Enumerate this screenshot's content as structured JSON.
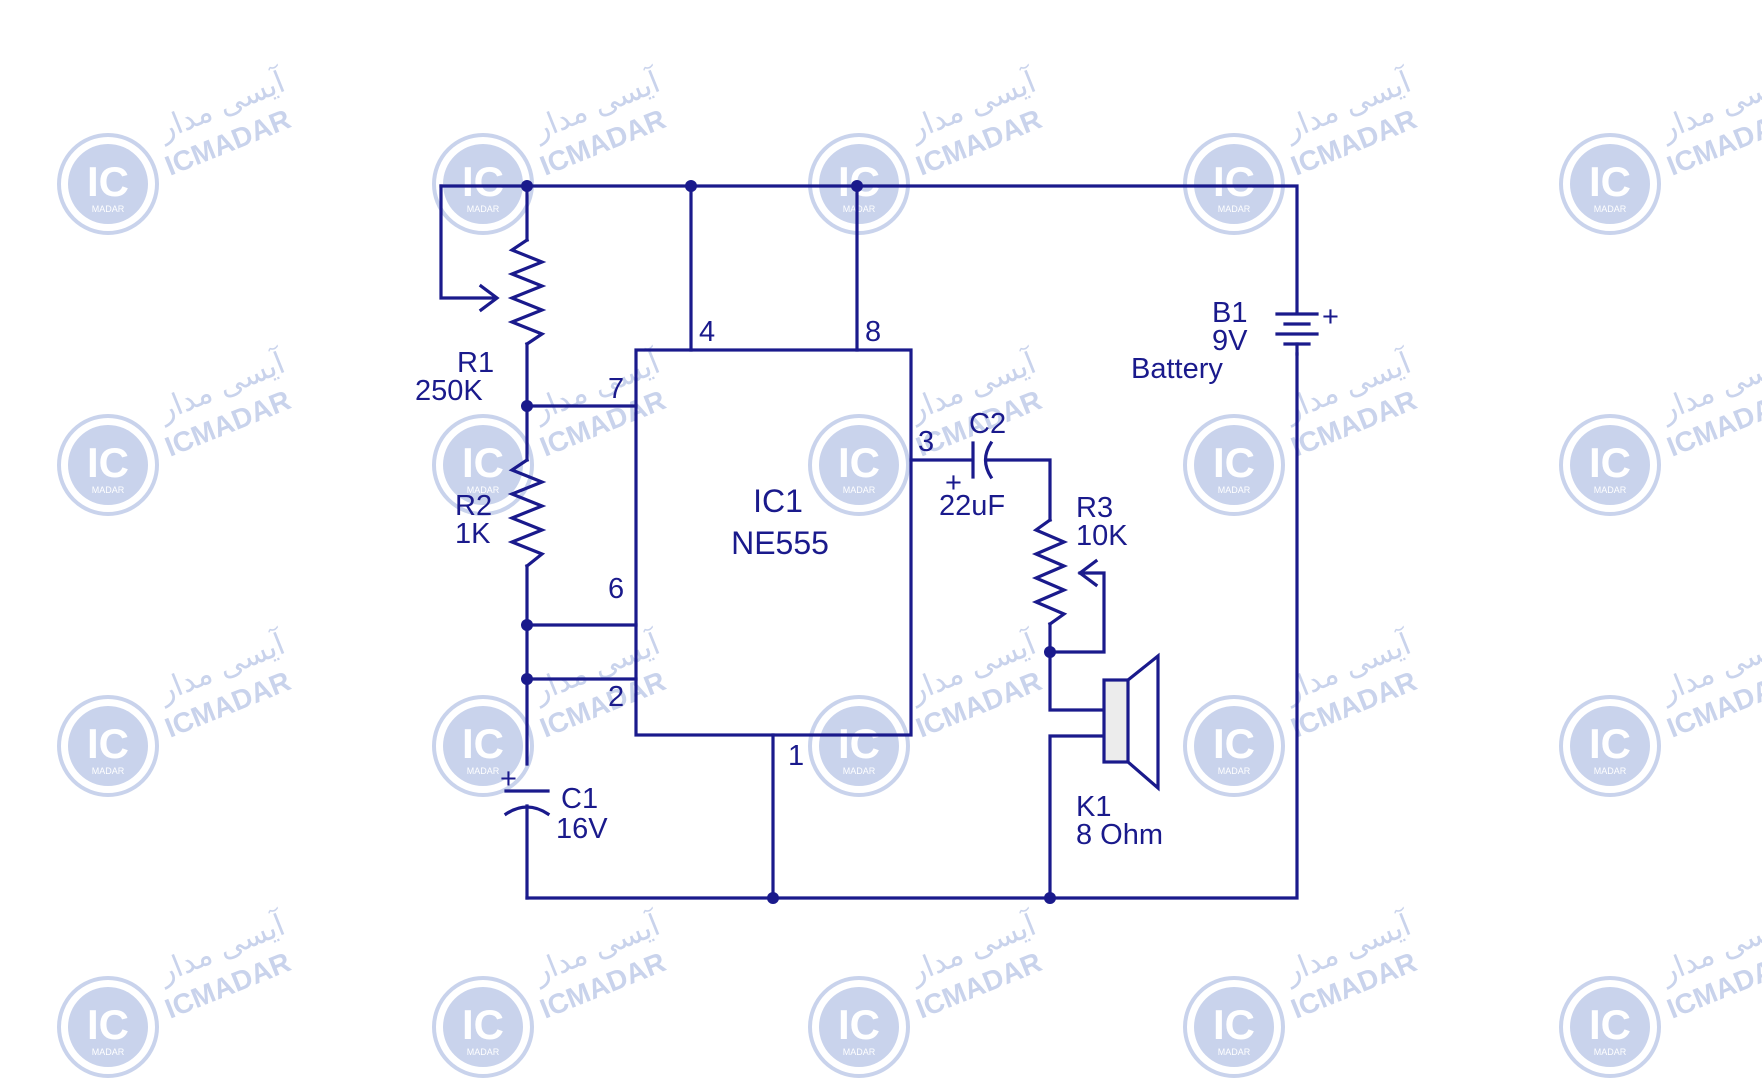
{
  "watermark": {
    "brand_text": "ICMADAR",
    "brand_persian": "آیسی مدار",
    "logo_text": "IC",
    "logo_subtext": "MADAR",
    "color": "#c9d3ec"
  },
  "circuit": {
    "wire_color": "#1a1a8c",
    "ic": {
      "ref": "IC1",
      "part": "NE555",
      "pins": {
        "p4": "4",
        "p8": "8",
        "p7": "7",
        "p6": "6",
        "p2": "2",
        "p3": "3",
        "p1": "1"
      }
    },
    "r1": {
      "ref": "R1",
      "value": "250K"
    },
    "r2": {
      "ref": "R2",
      "value": "1K"
    },
    "r3": {
      "ref": "R3",
      "value": "10K"
    },
    "c1": {
      "ref": "C1",
      "value": "16V",
      "polarity": "+"
    },
    "c2": {
      "ref": "C2",
      "value": "22uF",
      "polarity": "+"
    },
    "b1": {
      "ref": "B1",
      "value": "9V",
      "desc": "Battery",
      "polarity": "+"
    },
    "k1": {
      "ref": "K1",
      "value": "8 Ohm"
    }
  }
}
